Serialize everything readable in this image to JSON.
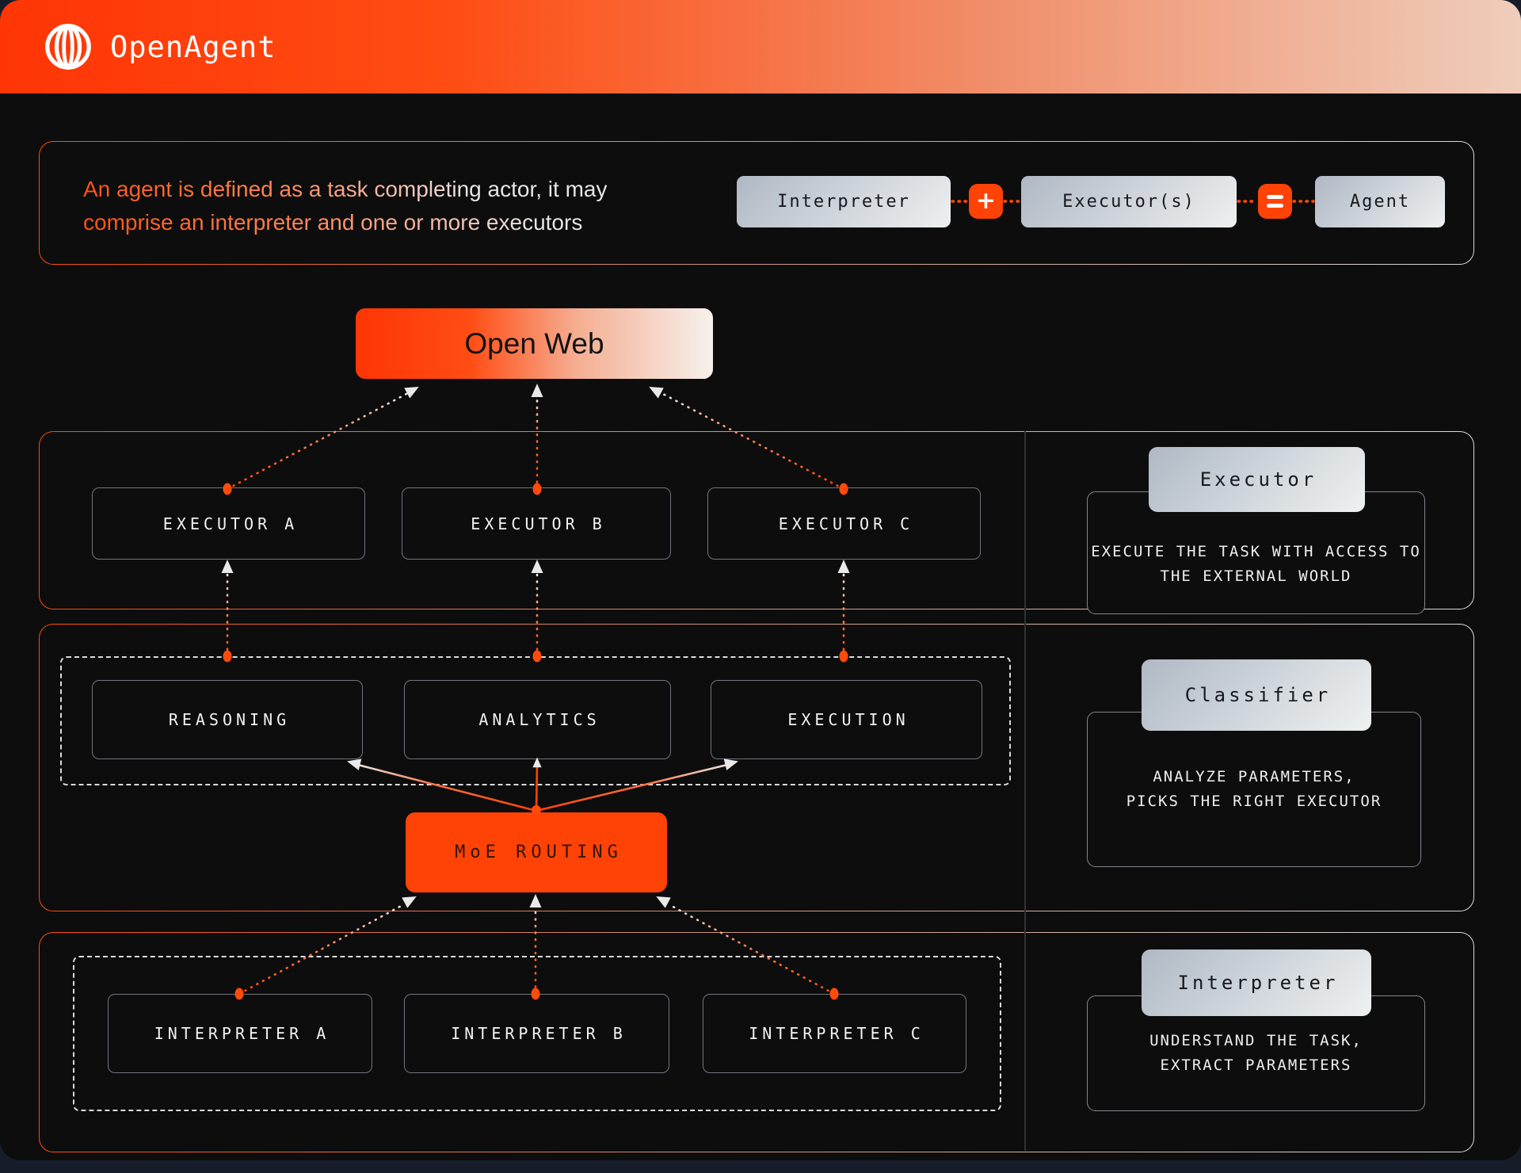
{
  "header": {
    "brand": "OpenAgent",
    "logo": "openagent-rings-icon"
  },
  "definition": {
    "line1": "An agent is defined as a task completing actor, it may",
    "line2": "comprise an interpreter and one or more executors",
    "equation": {
      "interpreter": "Interpreter",
      "plus": "+",
      "executors": "Executor(s)",
      "equals": "=",
      "agent": "Agent"
    }
  },
  "open_web": {
    "label": "Open Web"
  },
  "executors_row": {
    "boxes": [
      "EXECUTOR A",
      "EXECUTOR B",
      "EXECUTOR C"
    ],
    "card": {
      "title": "Executor",
      "line1": "EXECUTE THE TASK WITH ACCESS TO",
      "line2": "THE EXTERNAL WORLD"
    }
  },
  "classifier_row": {
    "boxes": [
      "REASONING",
      "ANALYTICS",
      "EXECUTION"
    ],
    "routing": "MoE ROUTING",
    "card": {
      "title": "Classifier",
      "line1": "ANALYZE PARAMETERS,",
      "line2": "PICKS THE RIGHT EXECUTOR"
    }
  },
  "interpreter_row": {
    "boxes": [
      "INTERPRETER A",
      "INTERPRETER B",
      "INTERPRETER C"
    ],
    "card": {
      "title": "Interpreter",
      "line1": "UNDERSTAND THE TASK,",
      "line2": "EXTRACT PARAMETERS"
    }
  },
  "colors": {
    "accent": "#FF4206",
    "accent_dot": "#FF4A0C",
    "header_gradient_start": "#FF3505",
    "header_gradient_end": "#EFCDBB",
    "panel_background": "#0D0D0D",
    "node_border": "#70757D",
    "light_box_start": "#AFB8C4",
    "light_box_end": "#EFF1F0"
  }
}
